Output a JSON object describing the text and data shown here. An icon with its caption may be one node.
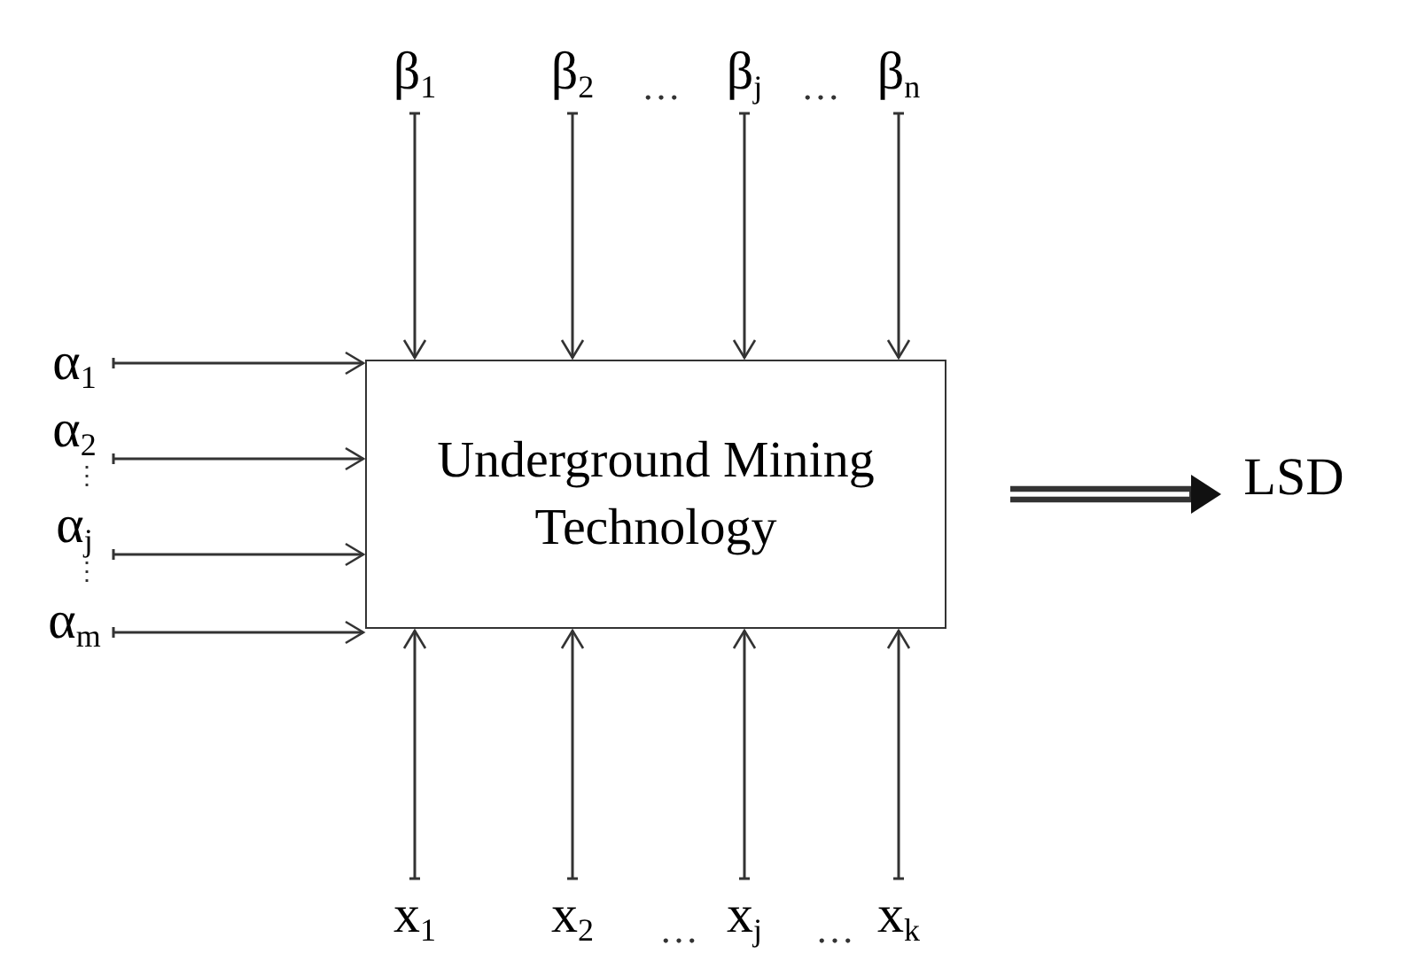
{
  "diagram": {
    "nodes": [
      {
        "text": [
          "β$_{1}$"
        ]
      },
      {
        "text": [
          "β$_{2}$"
        ]
      },
      {
        "text": [
          "β$_{j}$"
        ]
      },
      {
        "text": [
          "β$_{n}$"
        ]
      },
      {
        "text": [
          "α$_{1}$"
        ]
      },
      {
        "text": [
          "α$_{2}$"
        ]
      },
      {
        "text": [
          "α$_{j}$"
        ]
      },
      {
        "text": [
          "α$_{m}$"
        ]
      },
      {
        "text": [
          "Underground Mining Technology"
        ]
      },
      {
        "text": [
          "x$_{1}$"
        ]
      },
      {
        "text": [
          "x$_{2}$"
        ]
      },
      {
        "text": [
          "x$_{j}$"
        ]
      },
      {
        "text": [
          "x$_{k}$"
        ]
      },
      {
        "text": [
          "LSD"
        ]
      }
    ],
    "edges": [
      {
        "from": 0,
        "to": 8,
        "arrow": "to"
      },
      {
        "from": 1,
        "to": 8,
        "arrow": "to"
      },
      {
        "from": 2,
        "to": 8,
        "arrow": "to"
      },
      {
        "from": 3,
        "to": 8,
        "arrow": "to"
      },
      {
        "from": 4,
        "to": 8,
        "arrow": "to"
      },
      {
        "from": 5,
        "to": 8,
        "arrow": "to"
      },
      {
        "from": 6,
        "to": 8,
        "arrow": "to"
      },
      {
        "from": 7,
        "to": 8,
        "arrow": "to"
      },
      {
        "from": 9,
        "to": 8,
        "arrow": "to"
      },
      {
        "from": 10,
        "to": 8,
        "arrow": "to"
      },
      {
        "from": 11,
        "to": 8,
        "arrow": "to"
      },
      {
        "from": 12,
        "to": 8,
        "arrow": "to"
      },
      {
        "from": 8,
        "to": 13,
        "arrow": "to",
        "style": "thick"
      }
    ],
    "labels": [
      "…",
      "…",
      "⋮",
      "⋮",
      "…",
      "…"
    ]
  }
}
